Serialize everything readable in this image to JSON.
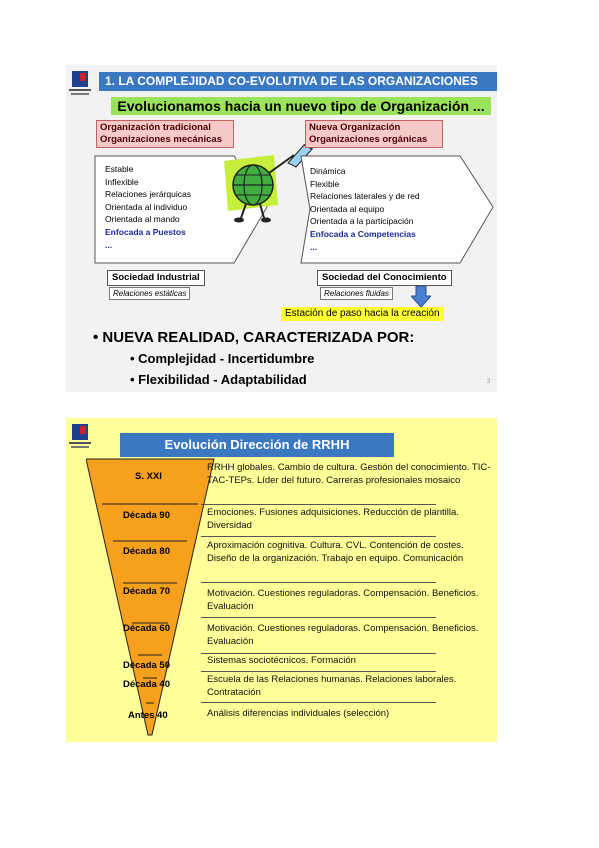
{
  "slide1": {
    "title": "1. LA COMPLEJIDAD CO-EVOLUTIVA DE LAS ORGANIZACIONES",
    "banner": "Evolucionamos hacia un nuevo tipo de Organización ...",
    "left": {
      "heading1": "Organización tradicional",
      "heading2": "Organizaciones mecánicas",
      "items": [
        "Estable",
        "Inflexible",
        "Relaciones jerárquicas",
        "Orientada al individuo",
        "Orientada al mando",
        "Enfocada a Puestos",
        "..."
      ],
      "society": "Sociedad Industrial",
      "relations": "Relaciones estáticas"
    },
    "right": {
      "heading1": "Nueva Organización",
      "heading2": "Organizaciones orgánicas",
      "items": [
        "Dinámica",
        "Flexible",
        "Relaciones laterales y de red",
        "Orientada al equipo",
        "Orientada a la participación",
        "Enfocada a Competencias",
        "..."
      ],
      "society": "Sociedad del Conocimiento",
      "relations": "Relaciones fluidas"
    },
    "station": "Estación de paso hacia la creación",
    "bullet_main": "NUEVA REALIDAD, CARACTERIZADA POR:",
    "sub1": "Complejidad  - Incertidumbre",
    "sub2": "Flexibilidad   - Adaptabilidad",
    "page_num": "3"
  },
  "slide2": {
    "title": "Evolución Dirección de RRHH",
    "rows": [
      {
        "era": "S. XXI",
        "desc": "RRHH globales. Cambio de cultura. Gestión del conocimiento. TIC-TAC-TEPs. Líder del futuro. Carreras profesionales mosaico"
      },
      {
        "era": "Década 90",
        "desc": "Emociones. Fusiones adquisiciones. Reducción de plantilla. Diversidad"
      },
      {
        "era": "Década 80",
        "desc": "Aproximación cognitiva. Cultura. CVL. Contención de costes. Diseño de la organización. Trabajo en equipo. Comunicación"
      },
      {
        "era": "Década 70",
        "desc": "Motivación. Cuestiones reguladoras. Compensación. Beneficios. Evaluación"
      },
      {
        "era": "Década 60",
        "desc": "Motivación. Cuestiones reguladoras. Compensación. Beneficios. Evaluación"
      },
      {
        "era": "Década 50",
        "desc": "Sistemas sociotécnicos. Formación"
      },
      {
        "era": "Década 40",
        "desc": "Escuela de las Relaciones humanas. Relaciones laborales. Contratación"
      },
      {
        "era": "Antes 40",
        "desc": "Análisis diferencias individuales (selección)"
      }
    ]
  },
  "colors": {
    "title_blue": "#3b78c2",
    "banner_green": "#9be35a",
    "pink": "#f6c9c9",
    "funnel_orange": "#f7a01e",
    "station_yellow": "#ffff33",
    "slide2_bg": "#ffff99"
  }
}
